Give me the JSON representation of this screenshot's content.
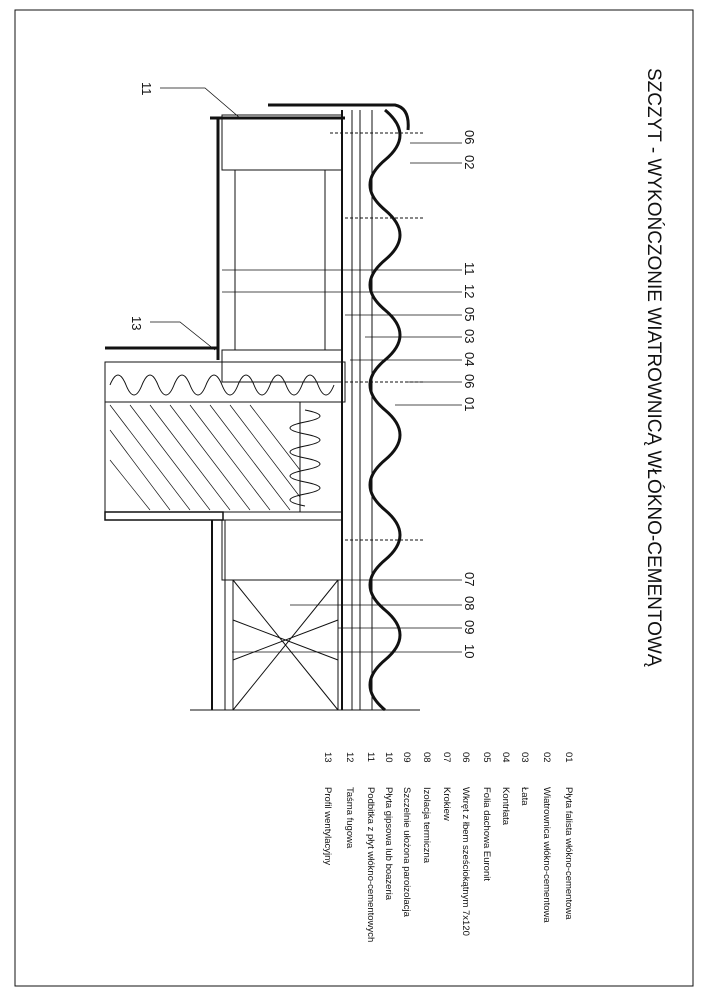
{
  "title": "SZCZYT - WYKOŃCZONIE WIATROWNICĄ WŁÓKNO-CEMENTOWĄ",
  "callouts": {
    "top": [
      "06",
      "02"
    ],
    "middle": [
      "11",
      "12",
      "05",
      "03",
      "04",
      "06",
      "01"
    ],
    "bottom": [
      "07",
      "08",
      "09",
      "10"
    ],
    "left_11": "11",
    "left_13": "13"
  },
  "legend": [
    {
      "num": "01",
      "label": "Płyta falista włókno-cementowa"
    },
    {
      "num": "02",
      "label": "Wiatrownica włókno-cementowa"
    },
    {
      "num": "03",
      "label": "Łata"
    },
    {
      "num": "04",
      "label": "Kontrłata"
    },
    {
      "num": "05",
      "label": "Folia dachowa Euronit"
    },
    {
      "num": "06",
      "label": "Wkręt z łbem sześciokątnym 7x120"
    },
    {
      "num": "07",
      "label": "Krokiew"
    },
    {
      "num": "08",
      "label": "Izolacja  termiczna"
    },
    {
      "num": "09",
      "label": "Szczelnie ułożona paroizolacja"
    },
    {
      "num": "10",
      "label": "Płyta gipsowa lub boazeria"
    },
    {
      "num": "11",
      "label": "Podbitka z płyt włókno-cementowych"
    },
    {
      "num": "12",
      "label": "Taśma fugowa"
    },
    {
      "num": "13",
      "label": "Profil wentylacyjny"
    }
  ]
}
